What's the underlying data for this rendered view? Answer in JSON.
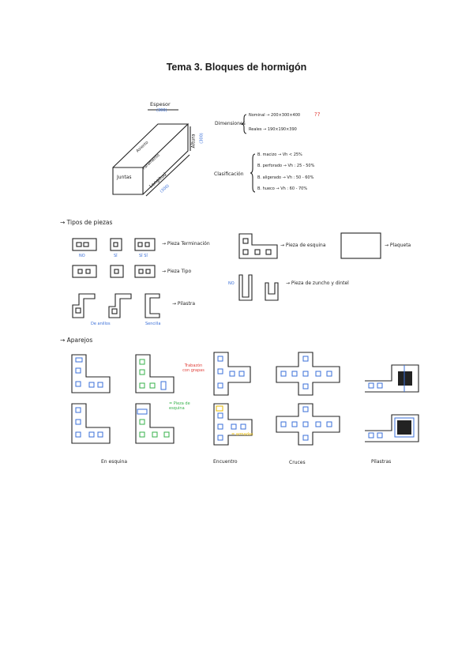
{
  "title": "Tema 3. Bloques de hormigón",
  "block": {
    "espesor": "Espesor",
    "espesor_dim": "(300)",
    "altura": "Altura",
    "altura_dim": "(300)",
    "longitud": "Longitud",
    "longitud_dim": "(300)",
    "paramento": "Paramento",
    "asiento": "Asiento",
    "juntas": "Juntas"
  },
  "dimensiones": {
    "label": "Dimensiones",
    "nominal": "Nominal → 200×300×400",
    "nominal_mark": "??",
    "reales": "Reales → 190×190×390"
  },
  "clasificacion": {
    "label": "Clasificación",
    "items": [
      "B. macizo → Vh < 25%",
      "B. perforado → Vh : 25 - 50%",
      "B. aligerado → Vh : 50 - 60%",
      "B. hueco → Vh : 60 - 70%"
    ]
  },
  "tipos": {
    "heading": "→ Tipos de piezas",
    "terminacion": "→ Pieza Terminación",
    "sub_labels": [
      "NO",
      "SÍ",
      "SÍ SÍ"
    ],
    "tipo": "→ Pieza Tipo",
    "pilastra": "→ Pilastra",
    "de_anillos": "De anillos",
    "sencilla": "Sencilla",
    "esquina": "→ Pieza de esquina",
    "plaqueta": "→ Plaqueta",
    "no_mark": "NO",
    "zuncho": "→ Pieza de zuncho y dintel"
  },
  "aparejos": {
    "heading": "→ Aparejos",
    "trabazon": "Trabazón con grapas",
    "pieza_esquina": "= Pieza de esquina",
    "armadas": "= armadas",
    "labels": [
      "En esquina",
      "Encuentro",
      "Cruces",
      "Pilastras"
    ]
  },
  "colors": {
    "ink": "#222222",
    "blue": "#3a6fd8",
    "red": "#e0403a",
    "green": "#35b04a",
    "yellow": "#e6b800"
  }
}
